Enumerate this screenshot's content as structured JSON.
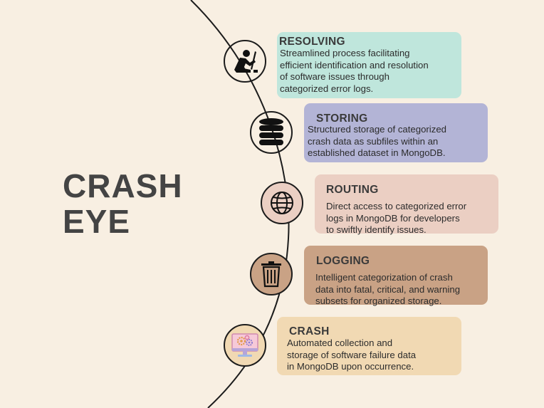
{
  "brand": {
    "line1": "CRASH",
    "line2": "EYE"
  },
  "colors": {
    "background": "#f8efe2",
    "resolving": "#bfe6dc",
    "storing": "#b3b4d6",
    "routing": "#ebcfc3",
    "logging": "#c9a285",
    "crash": "#f1d9b3"
  },
  "stages": [
    {
      "id": "resolving",
      "title": "RESOLVING",
      "lines": [
        "Streamlined process facilitating",
        "efficient identification and resolution",
        "of software issues through",
        "categorized error logs."
      ],
      "icon": "person-repairing-icon"
    },
    {
      "id": "storing",
      "title": "STORING",
      "lines": [
        "Structured storage of categorized",
        "crash data as subfiles within an",
        "established dataset in MongoDB."
      ],
      "icon": "database-icon"
    },
    {
      "id": "routing",
      "title": "ROUTING",
      "lines": [
        "Direct access to categorized error",
        "logs in MongoDB for developers",
        "to swiftly identify issues."
      ],
      "icon": "globe-icon"
    },
    {
      "id": "logging",
      "title": "LOGGING",
      "lines": [
        "Intelligent categorization of crash",
        "data into fatal, critical, and warning",
        "subsets for organized storage."
      ],
      "icon": "trash-bin-icon"
    },
    {
      "id": "crash",
      "title": "CRASH",
      "lines": [
        "Automated collection and",
        "storage of software failure data",
        "in MongoDB upon occurrence."
      ],
      "icon": "monitor-gears-icon"
    }
  ]
}
